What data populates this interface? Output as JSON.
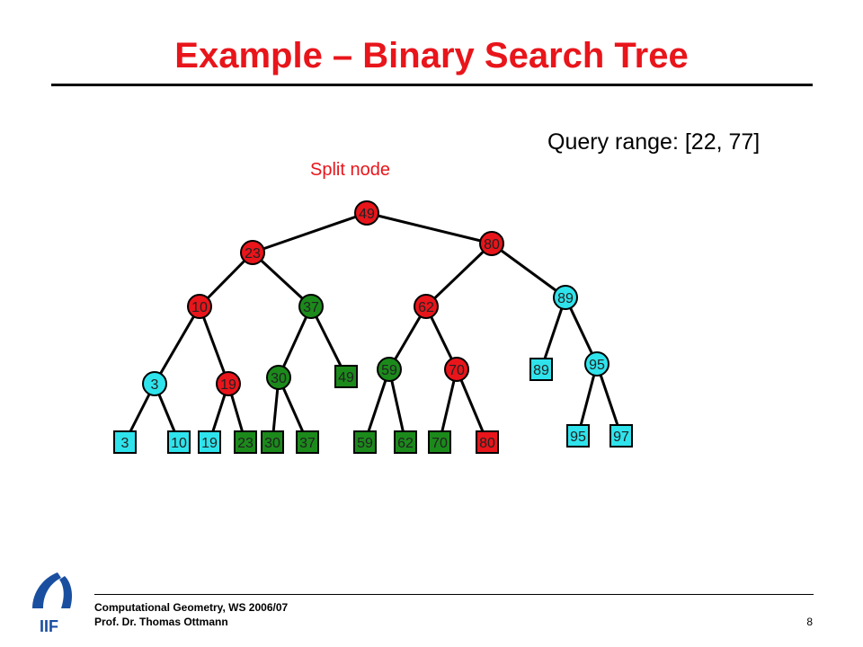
{
  "slide": {
    "title": "Example – Binary Search Tree",
    "query_range": "Query range: [22, 77]",
    "split_label": "Split node",
    "footer_line1": "Computational Geometry, WS 2006/07",
    "footer_line2": "Prof. Dr. Thomas Ottmann",
    "page_number": "8",
    "logo_text": "IIF"
  },
  "colors": {
    "red": "#e8151b",
    "green": "#1b8a1b",
    "cyan": "#2fe3ec",
    "title": "#e8151b"
  },
  "tree": {
    "internal_nodes": [
      {
        "id": "n49",
        "label": "49",
        "color": "red"
      },
      {
        "id": "n23",
        "label": "23",
        "color": "red"
      },
      {
        "id": "n80",
        "label": "80",
        "color": "red"
      },
      {
        "id": "n10",
        "label": "10",
        "color": "red"
      },
      {
        "id": "n37",
        "label": "37",
        "color": "green"
      },
      {
        "id": "n62",
        "label": "62",
        "color": "red"
      },
      {
        "id": "n89",
        "label": "89",
        "color": "cyan"
      },
      {
        "id": "n3",
        "label": "3",
        "color": "cyan"
      },
      {
        "id": "n19",
        "label": "19",
        "color": "red"
      },
      {
        "id": "n30",
        "label": "30",
        "color": "green"
      },
      {
        "id": "n59",
        "label": "59",
        "color": "green"
      },
      {
        "id": "n70",
        "label": "70",
        "color": "red"
      },
      {
        "id": "n95",
        "label": "95",
        "color": "cyan"
      }
    ],
    "leaves": [
      {
        "id": "l3",
        "label": "3",
        "color": "cyan"
      },
      {
        "id": "l10",
        "label": "10",
        "color": "cyan"
      },
      {
        "id": "l19",
        "label": "19",
        "color": "cyan"
      },
      {
        "id": "l23",
        "label": "23",
        "color": "green"
      },
      {
        "id": "l30",
        "label": "30",
        "color": "green"
      },
      {
        "id": "l37",
        "label": "37",
        "color": "green"
      },
      {
        "id": "l49",
        "label": "49",
        "color": "green"
      },
      {
        "id": "l59",
        "label": "59",
        "color": "green"
      },
      {
        "id": "l62",
        "label": "62",
        "color": "green"
      },
      {
        "id": "l70",
        "label": "70",
        "color": "green"
      },
      {
        "id": "l80",
        "label": "80",
        "color": "red"
      },
      {
        "id": "l89",
        "label": "89",
        "color": "cyan"
      },
      {
        "id": "l95",
        "label": "95",
        "color": "cyan"
      },
      {
        "id": "l97",
        "label": "97",
        "color": "cyan"
      }
    ],
    "edges": [
      [
        "n49",
        "n23"
      ],
      [
        "n49",
        "n80"
      ],
      [
        "n23",
        "n10"
      ],
      [
        "n23",
        "n37"
      ],
      [
        "n80",
        "n62"
      ],
      [
        "n80",
        "n89"
      ],
      [
        "n10",
        "n3"
      ],
      [
        "n10",
        "n19"
      ],
      [
        "n37",
        "n30"
      ],
      [
        "n37",
        "l49"
      ],
      [
        "n62",
        "n59"
      ],
      [
        "n62",
        "n70"
      ],
      [
        "n89",
        "l89"
      ],
      [
        "n89",
        "n95"
      ],
      [
        "n3",
        "l3"
      ],
      [
        "n3",
        "l10"
      ],
      [
        "n19",
        "l19"
      ],
      [
        "n19",
        "l23"
      ],
      [
        "n30",
        "l30"
      ],
      [
        "n30",
        "l37"
      ],
      [
        "n59",
        "l59"
      ],
      [
        "n59",
        "l62"
      ],
      [
        "n70",
        "l70"
      ],
      [
        "n70",
        "l80"
      ],
      [
        "n95",
        "l95"
      ],
      [
        "n95",
        "l97"
      ]
    ]
  }
}
